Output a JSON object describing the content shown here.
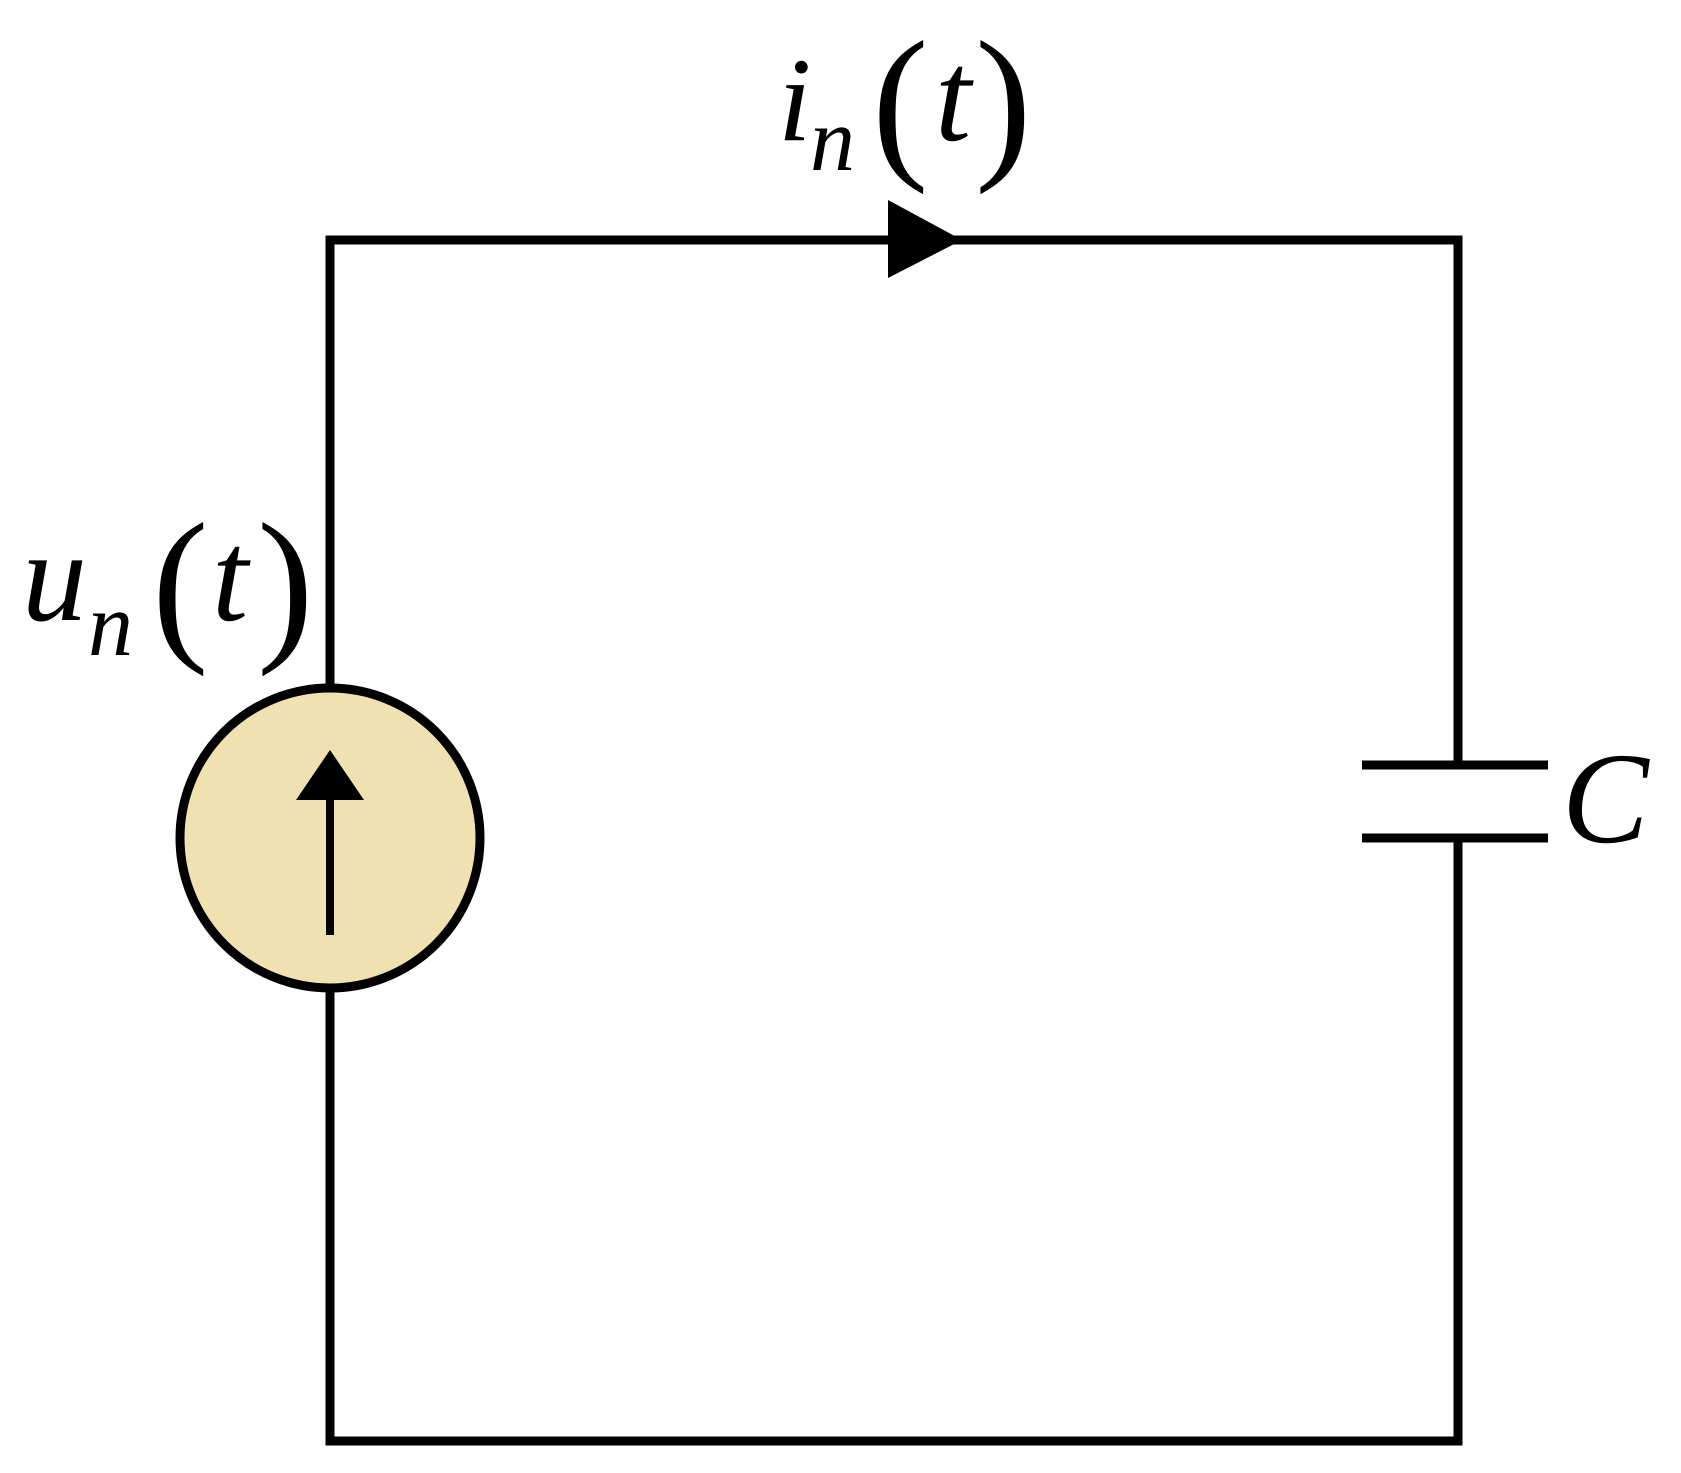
{
  "diagram": {
    "colors": {
      "wire": "#000000",
      "source_fill": "#f0e2b0",
      "background": "#ffffff"
    },
    "current_label": {
      "symbol": "i",
      "subscript": "n",
      "open_paren": "(",
      "argument": "t",
      "close_paren": ")"
    },
    "source_label": {
      "symbol": "u",
      "subscript": "n",
      "open_paren": "(",
      "argument": "t",
      "close_paren": ")"
    },
    "capacitor_label": "C",
    "source_icon": "voltage-source-up-arrow",
    "current_arrow_icon": "right-pointing-triangle"
  }
}
